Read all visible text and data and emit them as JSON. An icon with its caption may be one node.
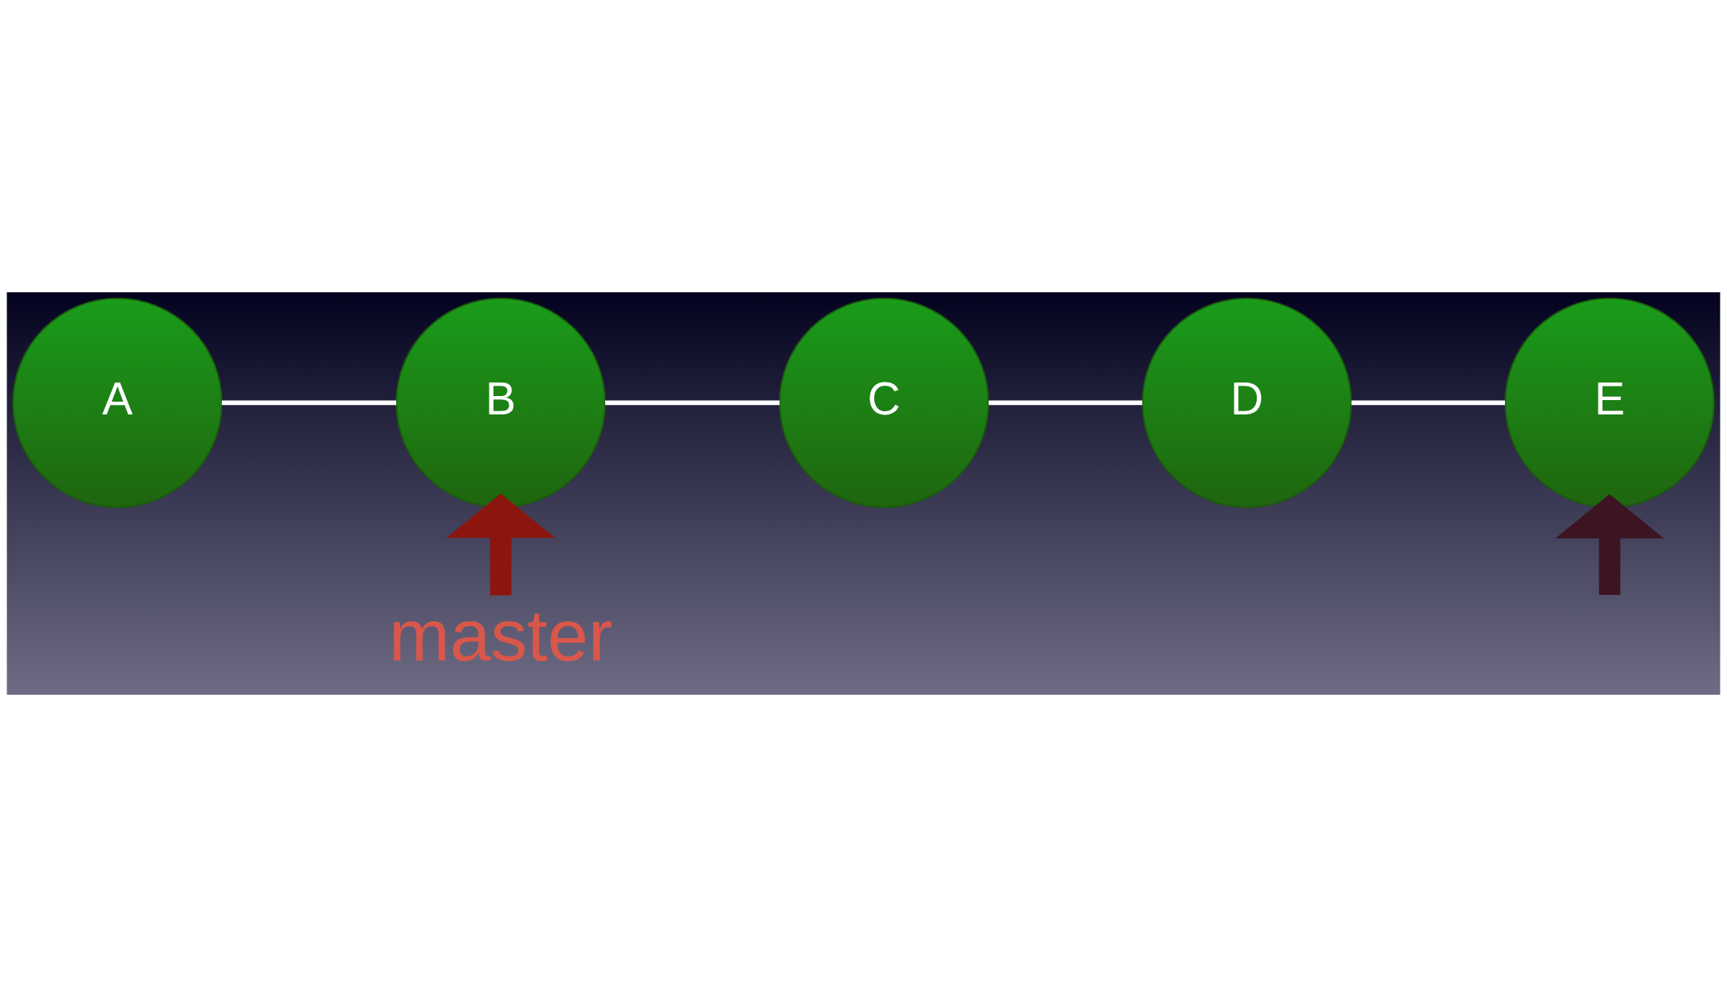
{
  "diagram": {
    "nodes": [
      {
        "text": [
          "A"
        ]
      },
      {
        "text": [
          "B"
        ]
      },
      {
        "text": [
          "C"
        ]
      },
      {
        "text": [
          "D"
        ]
      },
      {
        "text": [
          "E"
        ]
      },
      {
        "text": [
          "master"
        ]
      }
    ],
    "edges": [
      {
        "from": 0,
        "to": 1,
        "arrow": "none"
      },
      {
        "from": 1,
        "to": 2,
        "arrow": "none"
      },
      {
        "from": 2,
        "to": 3,
        "arrow": "none"
      },
      {
        "from": 3,
        "to": 4,
        "arrow": "none"
      },
      {
        "from": 5,
        "to": 1,
        "arrow": "to",
        "style": "thick",
        "color": "#8b1610"
      },
      {
        "from": null,
        "to": 4,
        "arrow": "to",
        "style": "thick",
        "color": "#3c1422"
      }
    ]
  }
}
